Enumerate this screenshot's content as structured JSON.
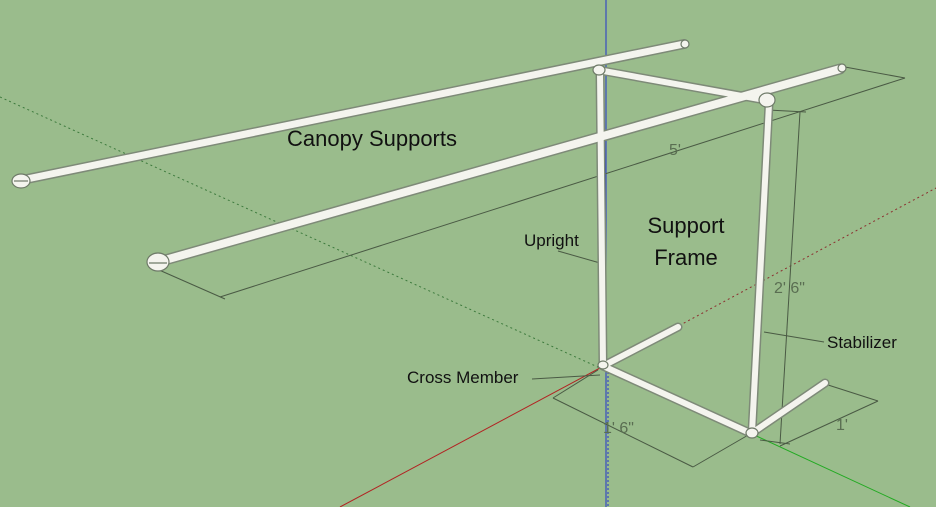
{
  "diagram": {
    "background_color": "#9ABC8C",
    "pipe_color": "#F4F4EE",
    "pipe_outline_color": "#7E8A78",
    "labels": {
      "canopy_supports": "Canopy Supports",
      "support_frame_line1": "Support",
      "support_frame_line2": "Frame",
      "upright": "Upright",
      "stabilizer": "Stabilizer",
      "cross_member": "Cross Member"
    },
    "dimensions": {
      "canopy_length": "5'",
      "frame_height": "2' 6\"",
      "frame_depth": "1' 6\"",
      "stabilizer_length": "1'"
    },
    "axes": {
      "red_axis_color": "#B22222",
      "green_axis_color": "#22AA22",
      "blue_axis_color": "#2233CC"
    }
  }
}
